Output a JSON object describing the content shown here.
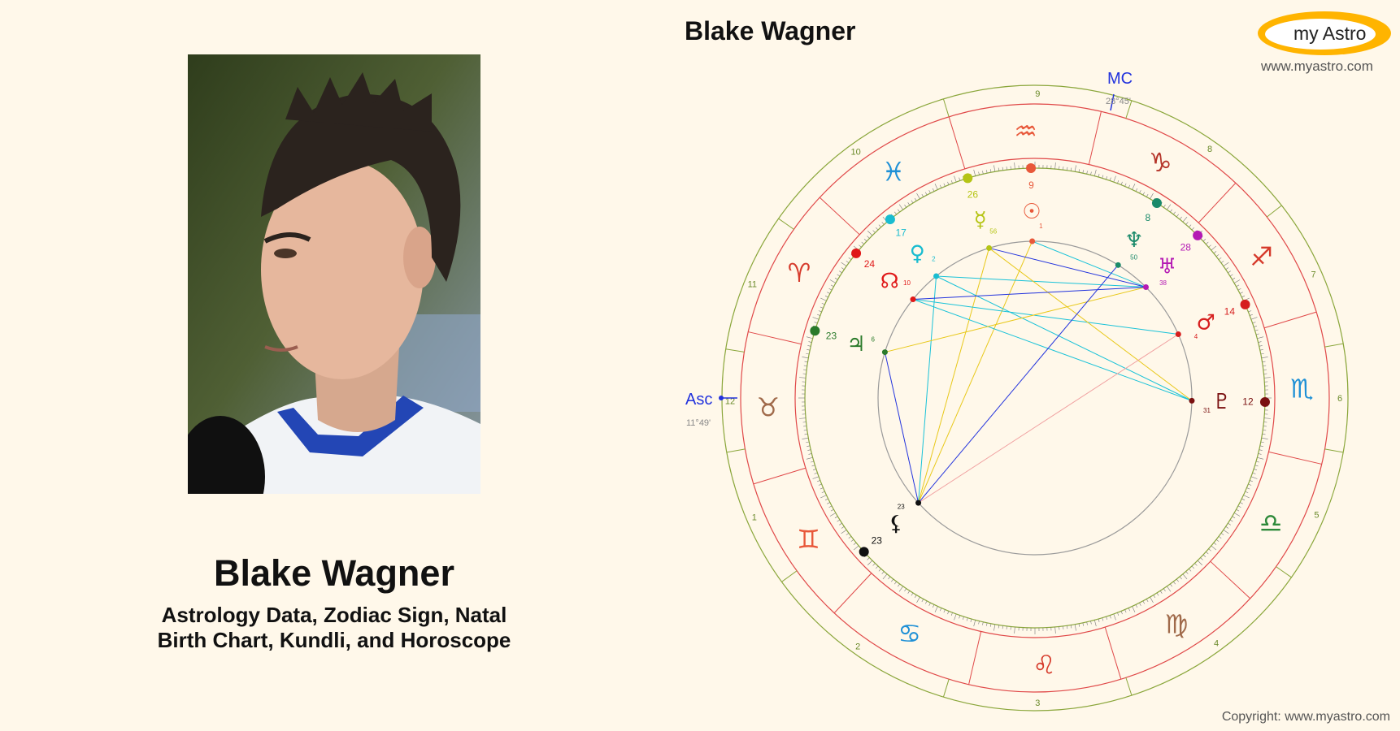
{
  "header": {
    "chart_title": "Blake Wagner",
    "logo_text": "my Astro",
    "site_url": "www.myastro.com"
  },
  "profile": {
    "name": "Blake Wagner",
    "subtitle_line1": "Astrology Data, Zodiac Sign, Natal",
    "subtitle_line2": "Birth Chart, Kundli, and Horoscope"
  },
  "footer": {
    "copyright": "Copyright: www.myastro.com"
  },
  "chart": {
    "asc_label": "Asc",
    "asc_degree": "11°49'",
    "mc_label": "MC",
    "mc_degree": "28°45'",
    "houses": [
      {
        "n": "1",
        "deg": 190
      },
      {
        "n": "2",
        "deg": 216
      },
      {
        "n": "3",
        "deg": 253
      },
      {
        "n": "4",
        "deg": 288
      },
      {
        "n": "5",
        "deg": 325
      },
      {
        "n": "6",
        "deg": 350
      },
      {
        "n": "7",
        "deg": 10
      },
      {
        "n": "8",
        "deg": 38
      },
      {
        "n": "9",
        "deg": 72
      },
      {
        "n": "10",
        "deg": 107
      },
      {
        "n": "11",
        "deg": 145
      },
      {
        "n": "12",
        "deg": 171
      }
    ],
    "signs": [
      {
        "name": "aries",
        "glyph": "♈",
        "deg": 152,
        "color": "#d63a2b"
      },
      {
        "name": "taurus",
        "glyph": "♉",
        "deg": 182,
        "color": "#a06a4a"
      },
      {
        "name": "gemini",
        "glyph": "♊",
        "deg": 212,
        "color": "#e8583a"
      },
      {
        "name": "cancer",
        "glyph": "♋",
        "deg": 242,
        "color": "#1e90d6"
      },
      {
        "name": "leo",
        "glyph": "♌",
        "deg": 272,
        "color": "#d63a2b"
      },
      {
        "name": "virgo",
        "glyph": "♍",
        "deg": 302,
        "color": "#a06a4a"
      },
      {
        "name": "libra",
        "glyph": "♎",
        "deg": 332,
        "color": "#2e8a3a"
      },
      {
        "name": "scorpio",
        "glyph": "♏",
        "deg": 2,
        "color": "#1e90d6"
      },
      {
        "name": "sagittarius",
        "glyph": "♐",
        "deg": 32,
        "color": "#d63a2b"
      },
      {
        "name": "capricorn",
        "glyph": "♑",
        "deg": 62,
        "color": "#b5352a"
      },
      {
        "name": "aquarius",
        "glyph": "♒",
        "deg": 92,
        "color": "#e8583a"
      },
      {
        "name": "pisces",
        "glyph": "♓",
        "deg": 122,
        "color": "#1e90d6"
      }
    ],
    "planets": [
      {
        "name": "sun",
        "glyph": "☉",
        "color": "#e8583a",
        "deg": 91,
        "deg_label": "9",
        "min_label": "1"
      },
      {
        "name": "mercury",
        "glyph": "☿",
        "color": "#b5c414",
        "deg": 107,
        "deg_label": "26",
        "min_label": "56"
      },
      {
        "name": "venus",
        "glyph": "♀",
        "color": "#19bcd0",
        "deg": 129,
        "deg_label": "17",
        "min_label": "2"
      },
      {
        "name": "north-node",
        "glyph": "☊",
        "color": "#e01818",
        "deg": 141,
        "deg_label": "24",
        "min_label": "10"
      },
      {
        "name": "jupiter",
        "glyph": "♃",
        "color": "#2a7a2a",
        "deg": 163,
        "deg_label": "23",
        "min_label": "6"
      },
      {
        "name": "lilith",
        "glyph": "⚸",
        "color": "#111111",
        "deg": 222,
        "deg_label": "23",
        "min_label": "23"
      },
      {
        "name": "pluto",
        "glyph": "♇",
        "color": "#7a1010",
        "deg": 359,
        "deg_label": "12",
        "min_label": "31"
      },
      {
        "name": "mars",
        "glyph": "♂",
        "color": "#d61e1e",
        "deg": 24,
        "deg_label": "14",
        "min_label": "4"
      },
      {
        "name": "uranus",
        "glyph": "♅",
        "color": "#b41ab4",
        "deg": 45,
        "deg_label": "28",
        "min_label": "38"
      },
      {
        "name": "neptune",
        "glyph": "♆",
        "color": "#1a8a6a",
        "deg": 58,
        "deg_label": "8",
        "min_label": "50"
      }
    ]
  }
}
